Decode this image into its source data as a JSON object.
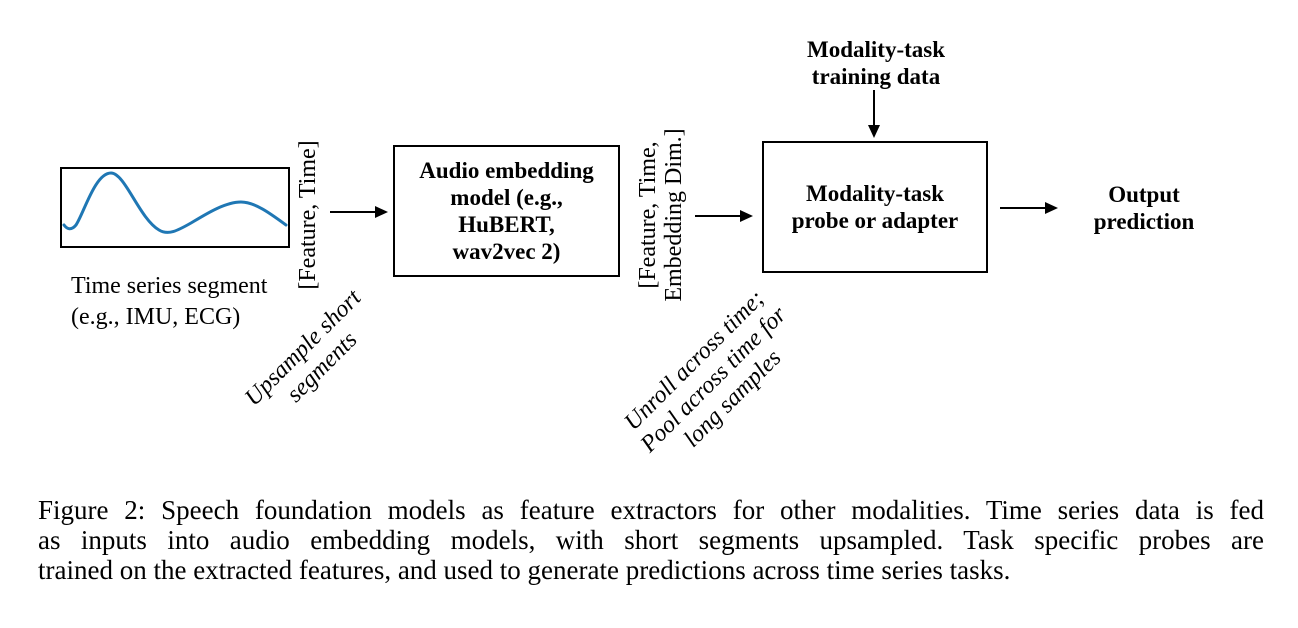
{
  "figure": {
    "wave_color": "#1f77b4",
    "input": {
      "label": "Time series segment\n(e.g., IMU, ECG)"
    },
    "boxes": {
      "audio_model": "Audio embedding\nmodel (e.g.,\nHuBERT,\nwav2vec 2)",
      "probe": "Modality-task\nprobe or adapter"
    },
    "labels": {
      "feature_time": "[Feature, Time]",
      "feature_time_embedding": "[Feature, Time,\nEmbedding Dim.]",
      "training_data": "Modality-task\ntraining data",
      "output": "Output\nprediction",
      "upsample_note": "Upsample short\nsegments",
      "unroll_note": "Unroll across time;\nPool across time for\nlong samples"
    }
  },
  "caption": {
    "lines": [
      "Figure 2: Speech foundation models as feature extractors for other modalities. Time series data is fed",
      "as inputs into audio embedding models, with short segments upsampled. Task specific probes are",
      "trained on the extracted features, and used to generate predictions across time series tasks."
    ]
  }
}
